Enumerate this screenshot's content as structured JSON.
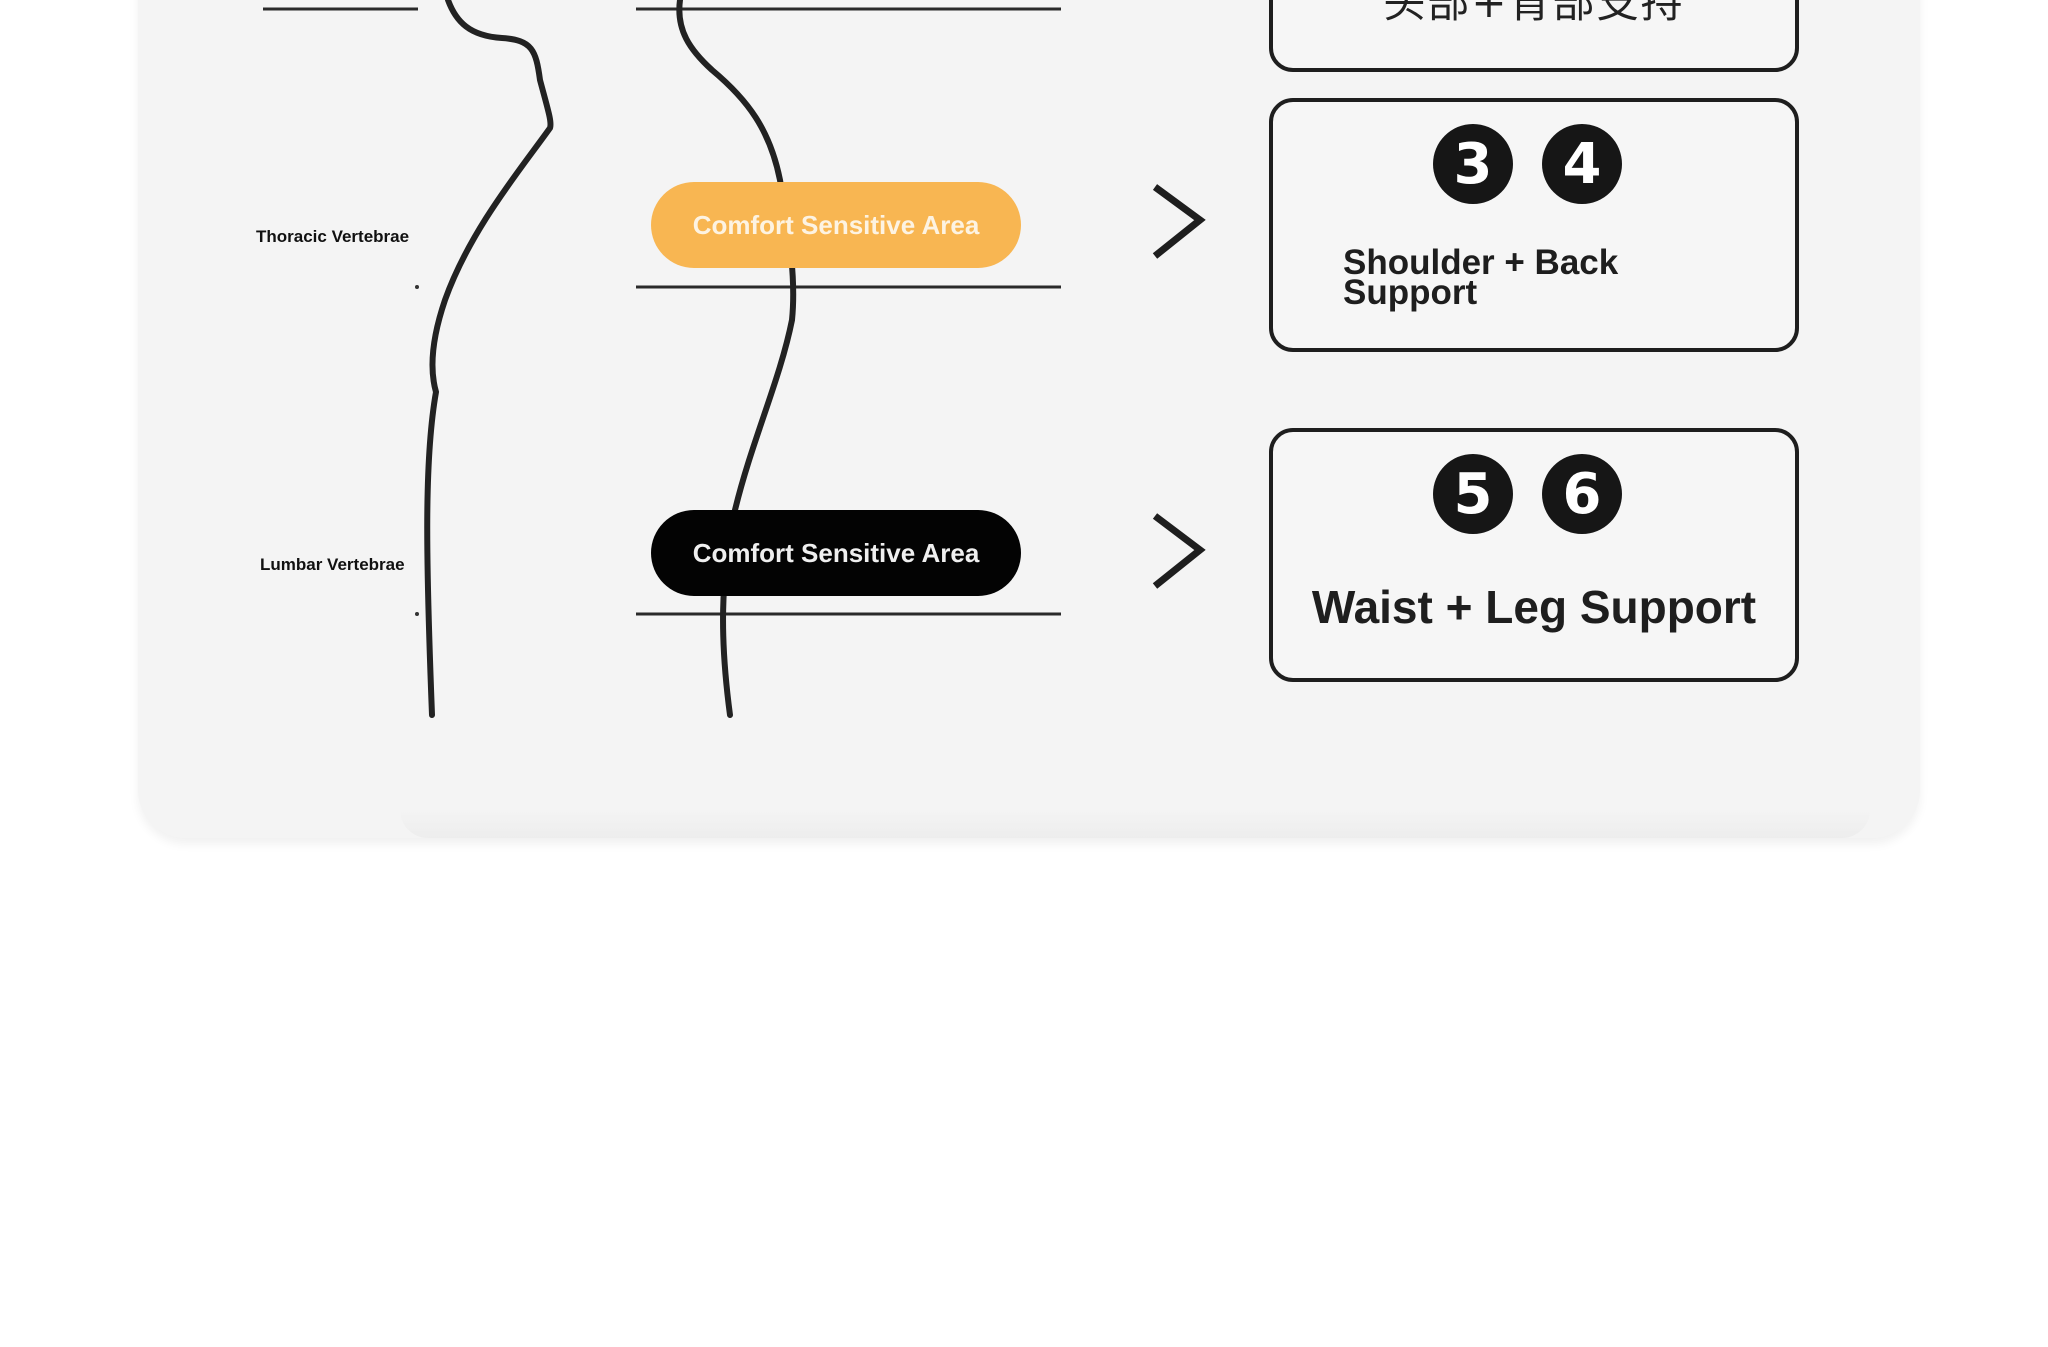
{
  "labels": {
    "thoracic": "Thoracic Vertebrae",
    "lumbar": "Lumbar Vertebrae"
  },
  "pills": {
    "upper": "Comfort Sensitive Area",
    "lower": "Comfort Sensitive Area"
  },
  "boxes": {
    "top": {
      "text": "头部+背部支持"
    },
    "middle": {
      "badges": [
        "3",
        "4"
      ],
      "text": "Shoulder + Back Support"
    },
    "bottom": {
      "badges": [
        "5",
        "6"
      ],
      "text": "Waist + Leg Support"
    }
  },
  "colors": {
    "panel": "#f4f4f4",
    "orange_pill": "#f8b652",
    "black_pill": "#030303",
    "badge": "#161616",
    "outline": "#1e1e1e"
  },
  "icons": [
    "chevron-right-icon",
    "chevron-right-icon"
  ]
}
